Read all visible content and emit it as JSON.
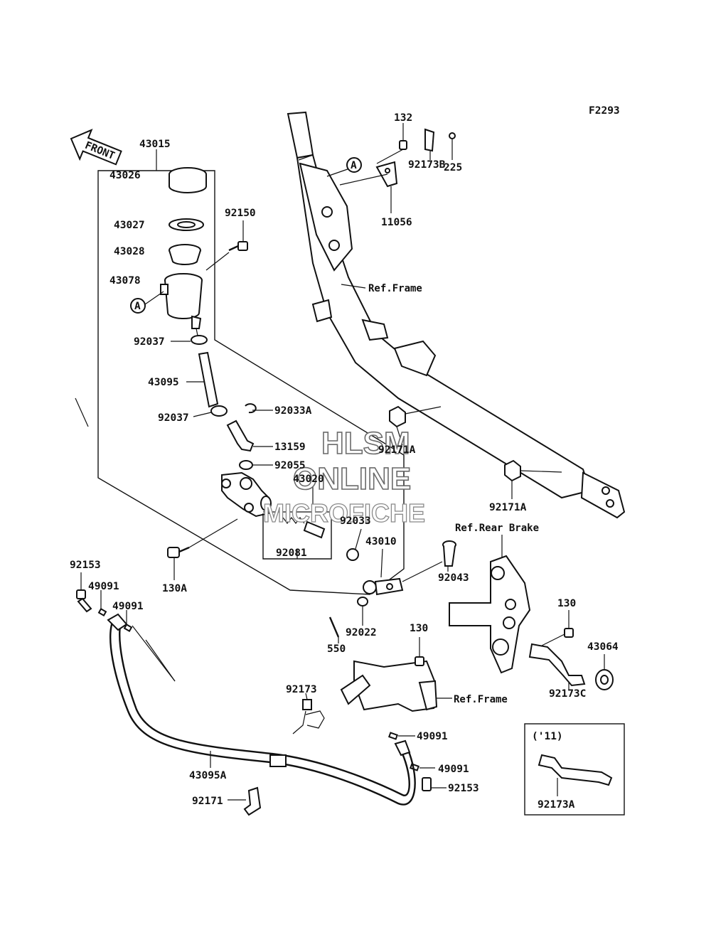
{
  "diagram_code": "F2293",
  "front_arrow_text": "FRONT",
  "watermark": {
    "line1": "HLSM",
    "line2": "ONLINE",
    "line3": "MICROFICHE"
  },
  "callout_letter": "A",
  "labels": {
    "p132": "132",
    "p225": "225",
    "p92173B": "92173B",
    "p11056": "11056",
    "p43015": "43015",
    "p43026": "43026",
    "p43027": "43027",
    "p43028": "43028",
    "p43078": "43078",
    "p92150": "92150",
    "p92037a": "92037",
    "p43095": "43095",
    "p92037b": "92037",
    "p92033A": "92033A",
    "p13159": "13159",
    "p92055": "92055",
    "p43020": "43020",
    "p92033": "92033",
    "p92081": "92081",
    "p43010": "43010",
    "p130A": "130A",
    "p92043": "92043",
    "p92022": "92022",
    "p550": "550",
    "p92171A_1": "92171A",
    "p92171A_2": "92171A",
    "p92153a": "92153",
    "p49091a": "49091",
    "p49091b": "49091",
    "p130a": "130",
    "p130b": "130",
    "p43064": "43064",
    "p92173C": "92173C",
    "p92173": "92173",
    "p49091c": "49091",
    "p49091d": "49091",
    "p92153b": "92153",
    "p43095A": "43095A",
    "p92171": "92171",
    "p92173A": "92173A",
    "year11": "('11)"
  },
  "references": {
    "ref_frame_top": "Ref.Frame",
    "ref_rear_brake": "Ref.Rear Brake",
    "ref_frame_bottom": "Ref.Frame"
  }
}
